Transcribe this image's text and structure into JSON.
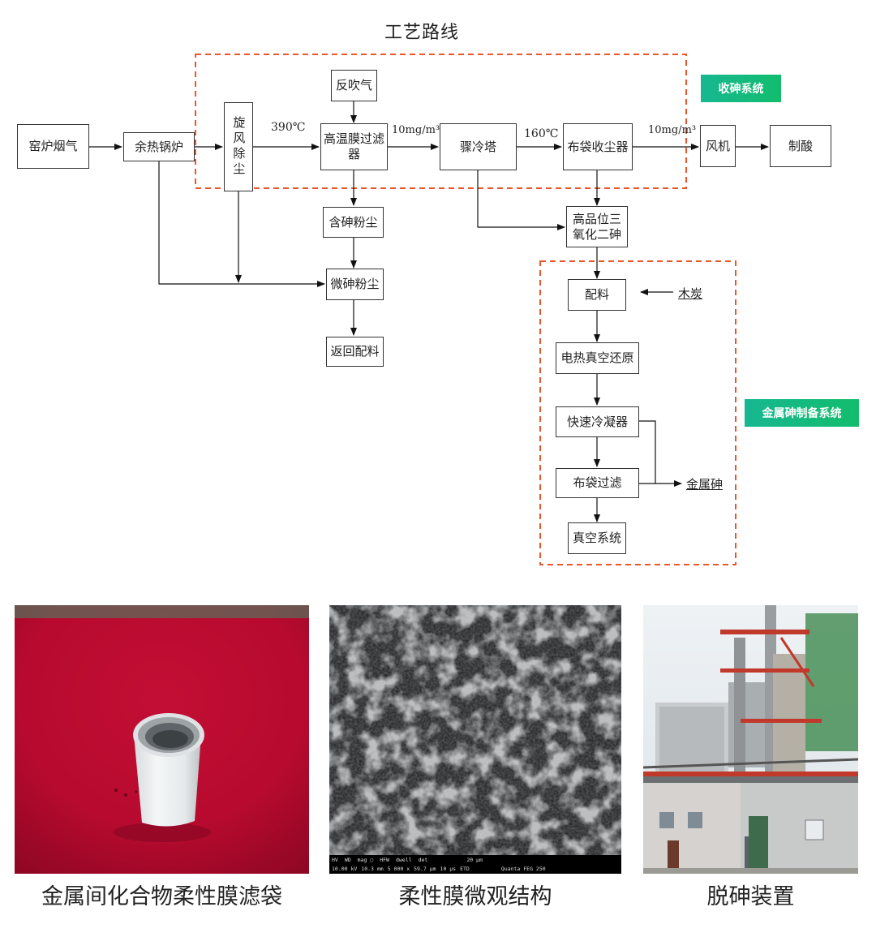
{
  "title": "工艺路线",
  "tags": {
    "arsenic_recovery": "收砷系统",
    "metal_arsenic_prep": "金属砷制备系统"
  },
  "boxes": {
    "kiln_gas": "窑炉烟气",
    "waste_heat_boiler": "余热锅炉",
    "cyclone": "旋风除尘",
    "back_blow_gas": "反吹气",
    "ht_membrane_filter": "高温膜过滤器",
    "cooling_tower": "骤冷塔",
    "bag_collector": "布袋收尘器",
    "fan": "风机",
    "acid_making": "制酸",
    "arsenic_dust": "含砷粉尘",
    "micro_arsenic_dust": "微砷粉尘",
    "return_batching": "返回配料",
    "high_grade_as2o3": "高品位三氧化二砷",
    "batching": "配料",
    "electrothermal_vacuum": "电热真空还原",
    "fast_condenser": "快速冷凝器",
    "bag_filter": "布袋过滤",
    "vacuum_system": "真空系统"
  },
  "labels": {
    "temp_390": "390℃",
    "conc_10_a": "10mg/m³",
    "temp_160": "160℃",
    "conc_10_b": "10mg/m³",
    "charcoal": "木炭",
    "metal_arsenic": "金属砷"
  },
  "colors": {
    "dashed_border": "#e8572c",
    "tag_green": "#14b97f"
  },
  "photos": [
    {
      "caption": "金属间化合物柔性膜滤袋",
      "icon": "filter-bag-roll-photo"
    },
    {
      "caption": "柔性膜微观结构",
      "icon": "sem-micrograph-photo"
    },
    {
      "caption": "脱砷装置",
      "icon": "dearsenic-plant-photo"
    }
  ],
  "sem_bar": {
    "hv": "HV",
    "wd": "WD",
    "mag": "mag ▢",
    "hfw": "HFW",
    "dwell": "dwell",
    "det": "det",
    "hv_v": "10.00 kV",
    "wd_v": "10.3 mm",
    "mag_v": "5 000 x",
    "hfw_v": "59.7 μm",
    "dwell_v": "10 μs",
    "det_v": "ETD",
    "scale": "20 μm",
    "model": "Quanta FEG 250"
  }
}
